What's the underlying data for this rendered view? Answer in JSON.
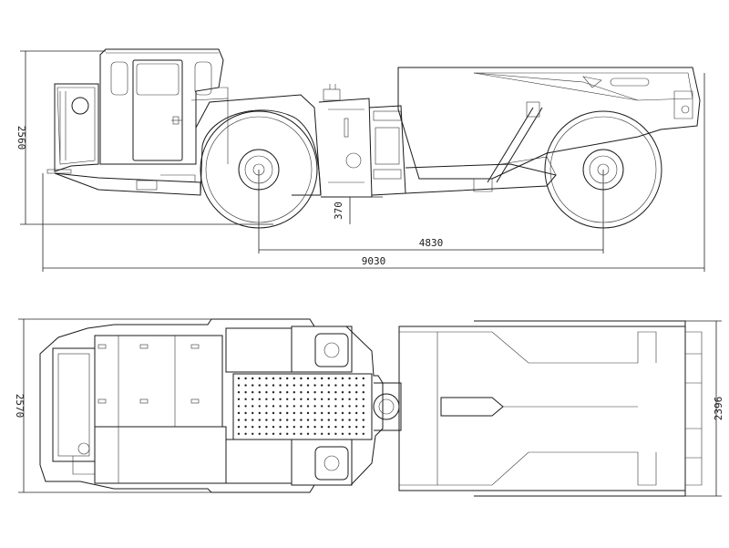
{
  "drawing": {
    "dimensions": {
      "side_height": "2560",
      "ground_clearance": "370",
      "wheelbase": "4830",
      "overall_length": "9030",
      "top_width": "2570",
      "box_width": "2396"
    }
  },
  "icons": [
    "mine-dump-truck-side-view",
    "mine-dump-truck-top-view"
  ]
}
